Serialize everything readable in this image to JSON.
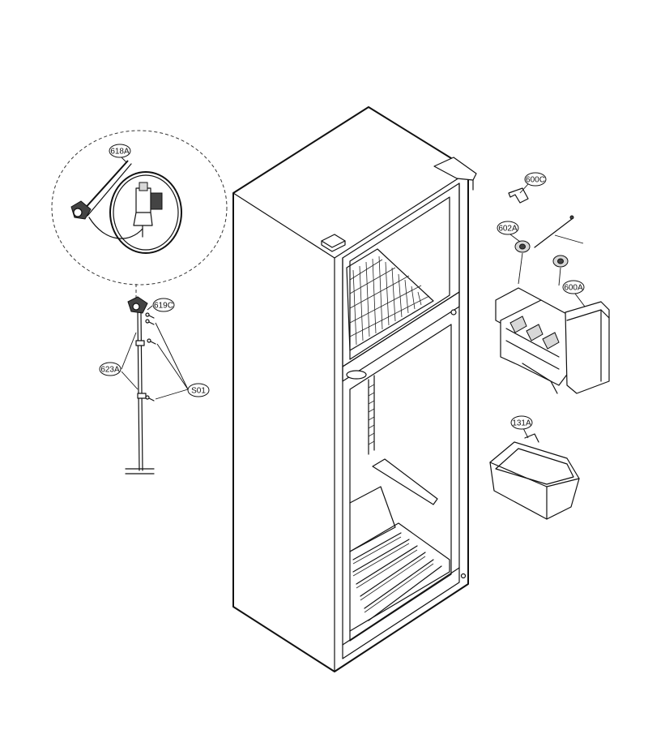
{
  "callouts": {
    "c618A": "618A",
    "c619C": "619C",
    "c623A": "623A",
    "cS01": "S01",
    "c600C": "600C",
    "c602A": "602A",
    "c600A": "600A",
    "c131A": "131A"
  }
}
